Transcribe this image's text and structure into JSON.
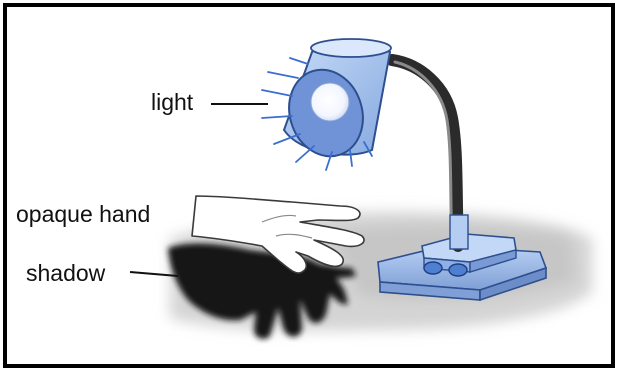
{
  "labels": {
    "light": "light",
    "hand": "opaque hand",
    "shadow": "shadow"
  },
  "colors": {
    "frame": "#000000",
    "lamp_blue": "#a9c6ee",
    "lamp_shade_inner": "#6f93d6",
    "lamp_outline": "#2d4f8f",
    "lamp_arm": "#2b2b2b",
    "light_rays": "#3a6fd0",
    "table_shadow": "#d2d2d2",
    "hand_shadow": "#151515",
    "hand_skin": "#ffffff"
  }
}
